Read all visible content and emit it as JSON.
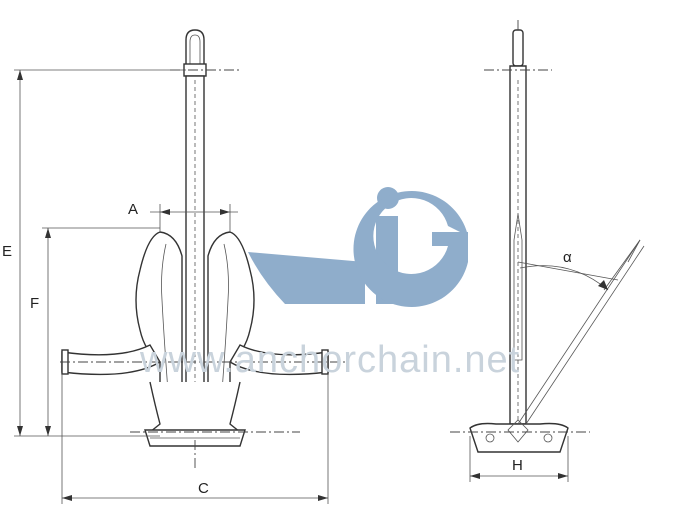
{
  "labels": {
    "a": "A",
    "c": "C",
    "e": "E",
    "f": "F",
    "h": "H",
    "alpha": "α"
  },
  "watermark": {
    "text": "www.anchorchain.net",
    "logo_color": "#6f95bb"
  }
}
